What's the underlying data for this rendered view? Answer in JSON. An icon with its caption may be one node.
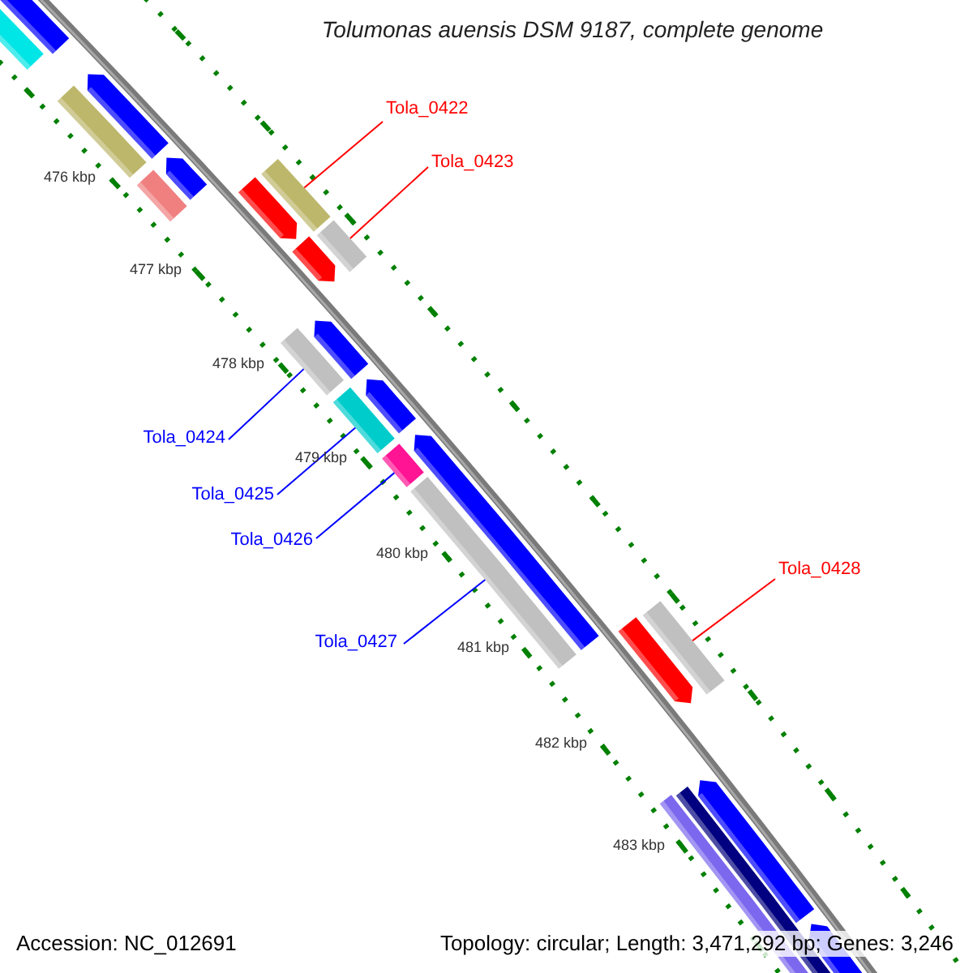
{
  "diagram": {
    "title": "Tolumonas auensis DSM 9187, complete genome",
    "nodes": [
      {
        "text": [
          "Tola_0422"
        ]
      },
      {
        "text": [],
        "shape": "bar"
      },
      {
        "text": [
          "Tola_0423"
        ]
      },
      {
        "text": [],
        "shape": "bar"
      },
      {
        "text": [
          "Tola_0424"
        ]
      },
      {
        "text": [],
        "shape": "bar"
      },
      {
        "text": [
          "Tola_0425"
        ]
      },
      {
        "text": [],
        "shape": "bar"
      },
      {
        "text": [
          "Tola_0426"
        ]
      },
      {
        "text": [],
        "shape": "bar"
      },
      {
        "text": [
          "Tola_0427"
        ]
      },
      {
        "text": [],
        "shape": "bar"
      },
      {
        "text": [
          "Tola_0428"
        ]
      },
      {
        "text": [],
        "shape": "bar"
      }
    ],
    "edges": [
      {
        "from": 0,
        "to": 1,
        "arrow": "none",
        "color": "#ff0000"
      },
      {
        "from": 2,
        "to": 3,
        "arrow": "none",
        "color": "#ff0000"
      },
      {
        "from": 4,
        "to": 5,
        "arrow": "none",
        "color": "#0000ff"
      },
      {
        "from": 6,
        "to": 7,
        "arrow": "none",
        "color": "#0000ff"
      },
      {
        "from": 8,
        "to": 9,
        "arrow": "none",
        "color": "#0000ff"
      },
      {
        "from": 10,
        "to": 11,
        "arrow": "none",
        "color": "#0000ff"
      },
      {
        "from": 12,
        "to": 13,
        "arrow": "none",
        "color": "#ff0000"
      }
    ],
    "labels": [
      "476 kbp",
      "477 kbp",
      "478 kbp",
      "479 kbp",
      "480 kbp",
      "481 kbp",
      "482 kbp",
      "483 kbp",
      "Accession: NC_012691",
      "Topology: circular; Length: 3,471,292 bp; Genes: 3,246"
    ]
  }
}
